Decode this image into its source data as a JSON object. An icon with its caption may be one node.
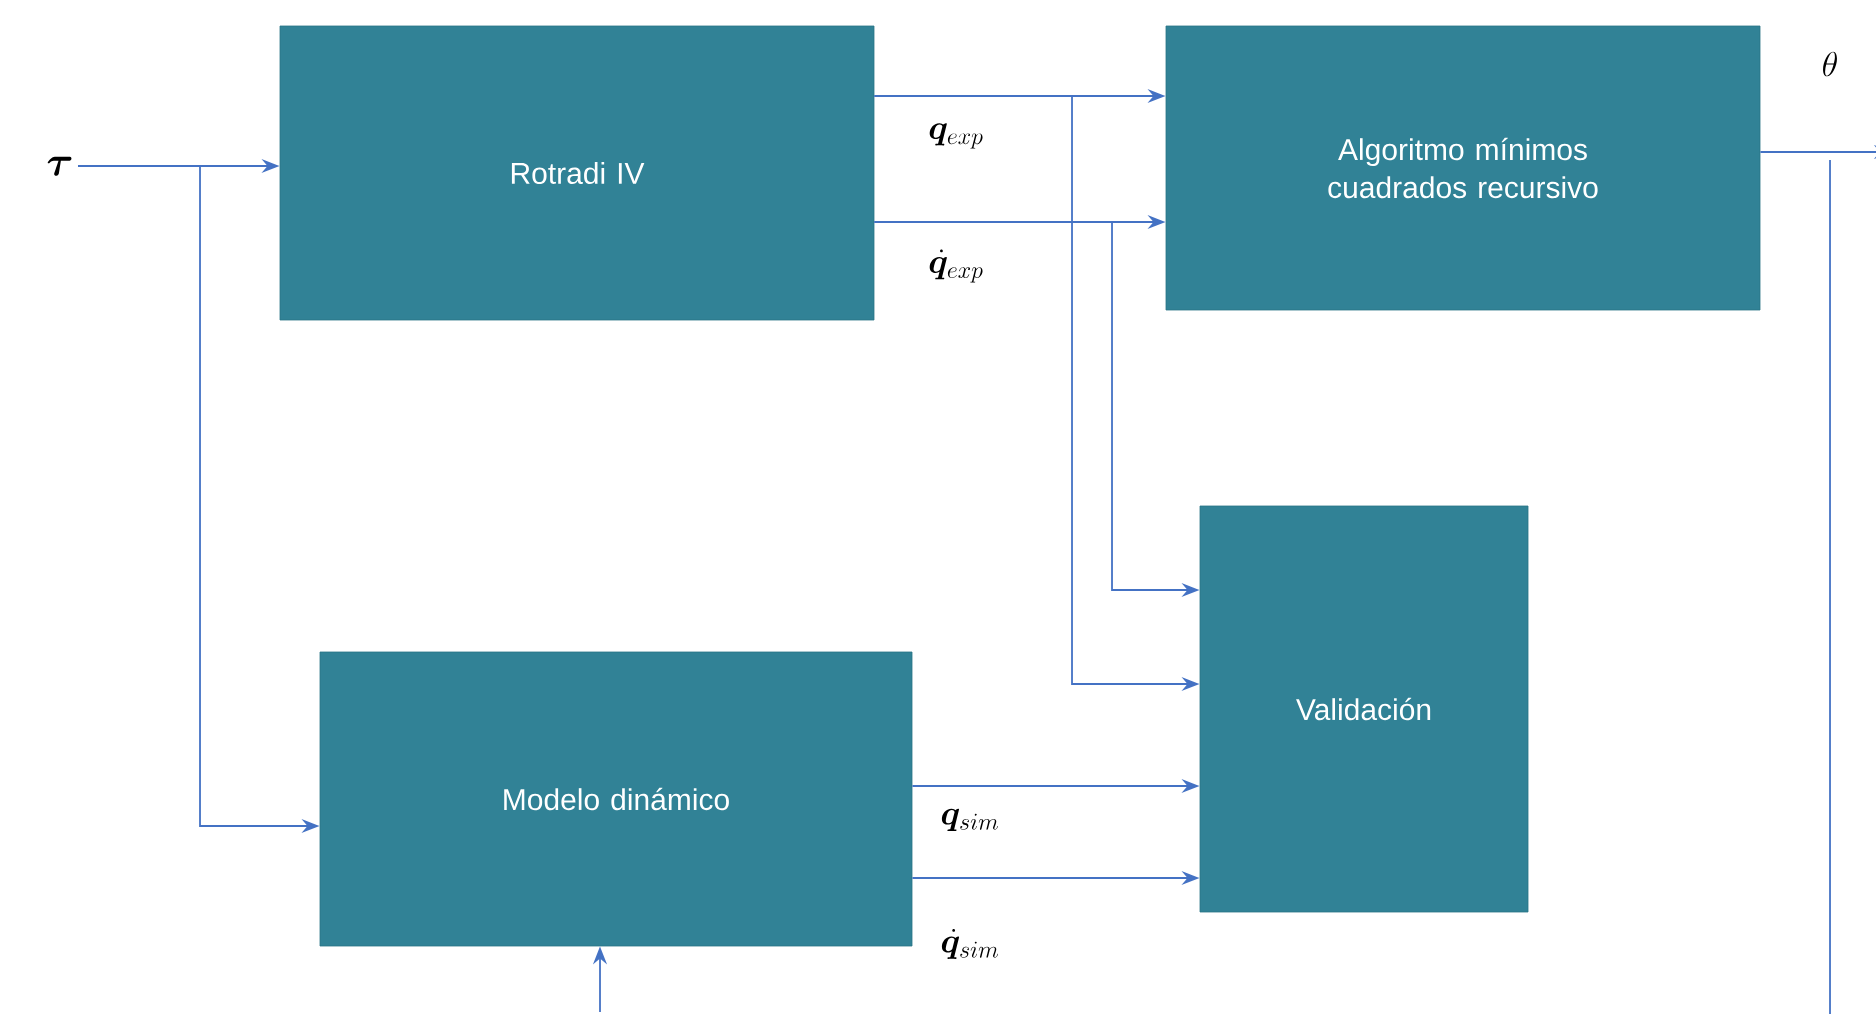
{
  "diagram": {
    "nodes": [
      {
        "text": [
          "Rotradi IV"
        ]
      },
      {
        "text": [
          "Algoritmo mínimos cuadrados recursivo"
        ]
      },
      {
        "text": [
          "Validación"
        ]
      },
      {
        "text": [
          "Modelo dinámico"
        ]
      },
      {
        "text": [
          "\\bm{\\tau}"
        ]
      }
    ],
    "edges": [
      {
        "from": 4,
        "to": 0,
        "arrow": "to"
      },
      {
        "from": 4,
        "to": 3,
        "arrow": "to"
      },
      {
        "from": 0,
        "to": 1,
        "arrow": "to",
        "label": "\\bm{q}_{exp}"
      },
      {
        "from": 0,
        "to": 1,
        "arrow": "to",
        "label": "\\dot{\\bm{q}}_{exp}"
      },
      {
        "from": 0,
        "to": 2,
        "arrow": "to"
      },
      {
        "from": 0,
        "to": 2,
        "arrow": "to"
      },
      {
        "from": 3,
        "to": 2,
        "arrow": "to",
        "label": "\\bm{q}_{sim}"
      },
      {
        "from": 3,
        "to": 2,
        "arrow": "to",
        "label": "\\dot{\\bm{q}}_{sim}"
      },
      {
        "from": null,
        "to": 3,
        "arrow": "to"
      },
      {
        "from": 1,
        "to": null,
        "arrow": "to",
        "label": "\\theta"
      }
    ]
  }
}
